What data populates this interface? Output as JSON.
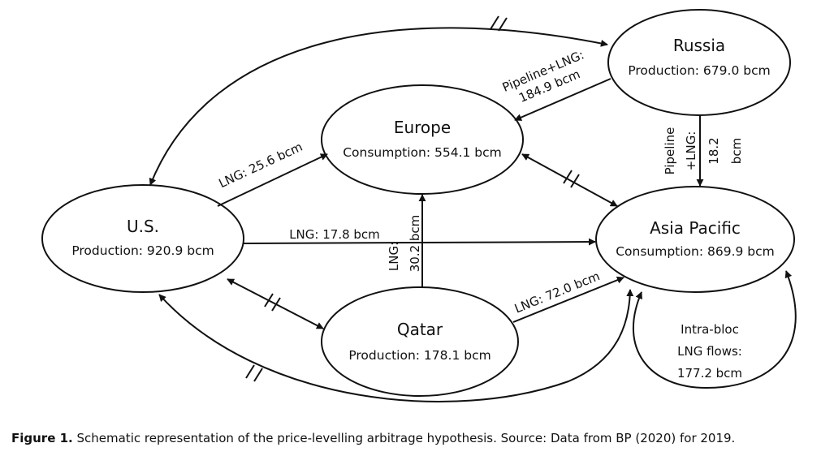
{
  "nodes": {
    "russia": {
      "name": "Russia",
      "detail": "Production: 679.0 bcm"
    },
    "europe": {
      "name": "Europe",
      "detail": "Consumption: 554.1 bcm"
    },
    "us": {
      "name": "U.S.",
      "detail": "Production: 920.9 bcm"
    },
    "asia": {
      "name": "Asia Pacific",
      "detail": "Consumption: 869.9 bcm"
    },
    "qatar": {
      "name": "Qatar",
      "detail": "Production: 178.1 bcm"
    }
  },
  "edges": {
    "russia_europe": {
      "line1": "Pipeline+LNG:",
      "line2": "184.9 bcm"
    },
    "russia_asia": {
      "line1": "Pipeline",
      "line2": "+LNG:",
      "line3": "18.2",
      "line4": "bcm"
    },
    "us_europe": {
      "label": "LNG: 25.6 bcm"
    },
    "us_asia": {
      "label": "LNG: 17.8 bcm"
    },
    "qatar_europe": {
      "line1": "LNG:",
      "line2": "30.2 bcm"
    },
    "qatar_asia": {
      "label": "LNG: 72.0 bcm"
    },
    "intra_bloc": {
      "line1": "Intra-bloc",
      "line2": "LNG flows:",
      "line3": "177.2 bcm"
    }
  },
  "caption": {
    "label": "Figure 1.",
    "text": " Schematic representation of the price-levelling arbitrage hypothesis. Source: Data from BP (2020) for 2019."
  }
}
